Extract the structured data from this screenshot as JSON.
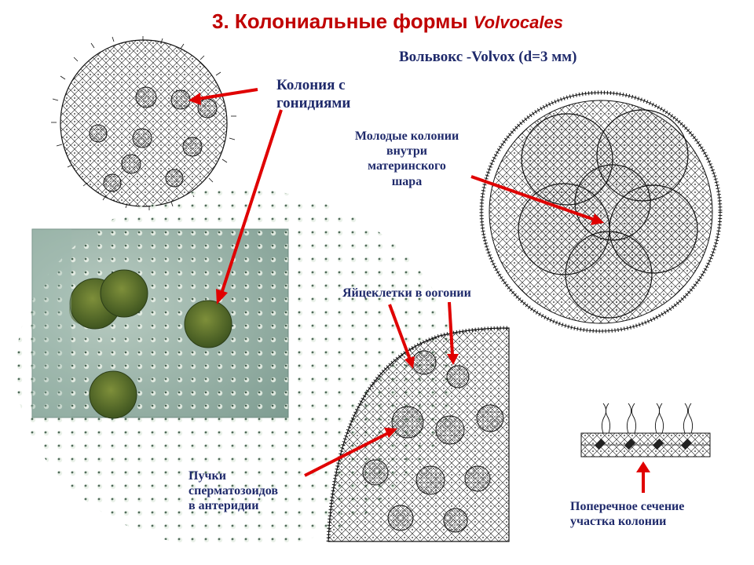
{
  "slide": {
    "title_main": "3. Колониальные формы ",
    "title_latin": "Volvocales",
    "subtitle": "Вольвокс -Volvox (d=3 мм)"
  },
  "labels": {
    "gonidia": [
      "Колония с",
      "гонидиями"
    ],
    "young_colonies": [
      "Молодые колонии",
      "внутри",
      "материнского",
      "шара"
    ],
    "eggs": "Яйцеклетки в оогонии",
    "sperm": [
      "Пучки",
      "сперматозоидов",
      "в антеридии"
    ],
    "cross_section": [
      "Поперечное сечение",
      "участка колонии"
    ]
  },
  "colors": {
    "title": "#c00000",
    "label": "#1f2a6b",
    "arrow": "#e00000",
    "drawing": "#111111",
    "micro_bg": "#8fb0a4",
    "gonidium": "#4f6b2a"
  }
}
